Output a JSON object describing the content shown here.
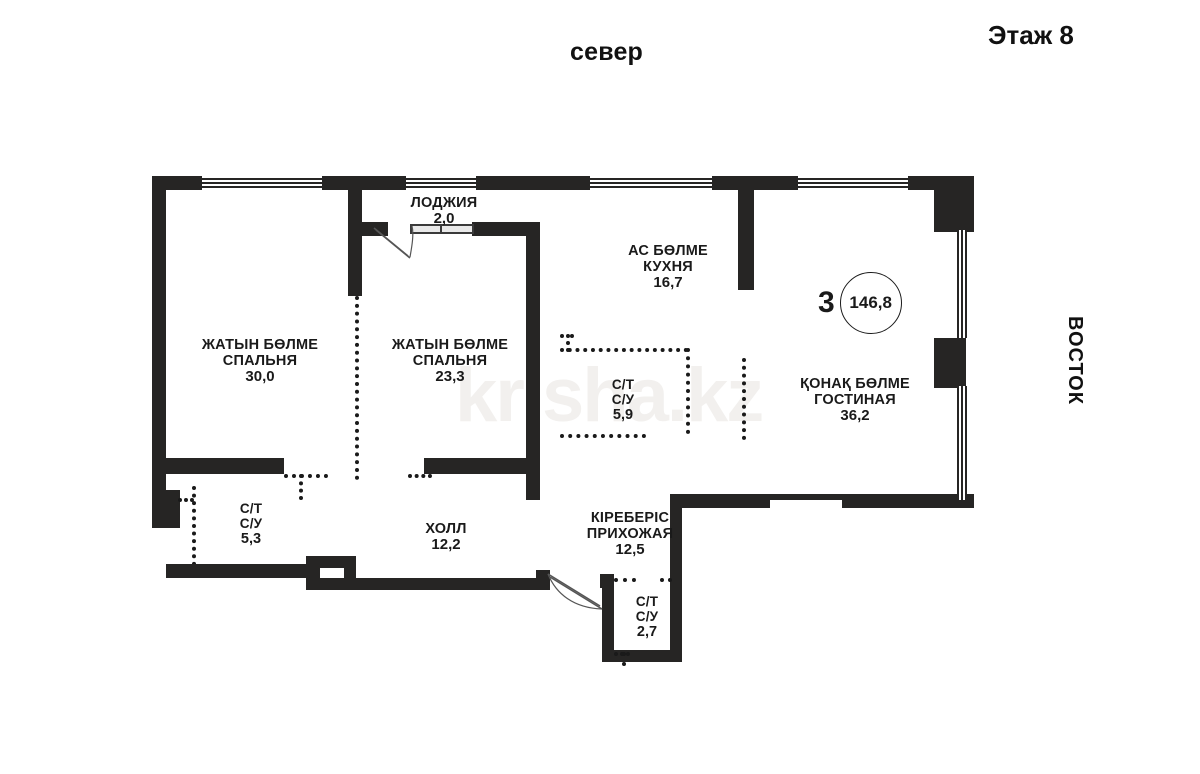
{
  "header": {
    "north_label": "север",
    "floor_label": "Этаж 8",
    "east_label": "ВОСТОК"
  },
  "watermark": "krisha.kz",
  "summary": {
    "rooms_count": "3",
    "total_area": "146,8"
  },
  "rooms": [
    {
      "id": "bedroom-1",
      "name_kz": "ЖАТЫН БӨЛМЕ",
      "name_ru": "СПАЛЬНЯ",
      "area": "30,0"
    },
    {
      "id": "bedroom-2",
      "name_kz": "ЖАТЫН БӨЛМЕ",
      "name_ru": "СПАЛЬНЯ",
      "area": "23,3"
    },
    {
      "id": "loggia",
      "name_kz": "ЛОДЖИЯ",
      "name_ru": "",
      "area": "2,0"
    },
    {
      "id": "kitchen",
      "name_kz": "АС БӨЛМЕ",
      "name_ru": "КУХНЯ",
      "area": "16,7"
    },
    {
      "id": "living-room",
      "name_kz": "ҚОНАҚ БӨЛМЕ",
      "name_ru": "ГОСТИНАЯ",
      "area": "36,2"
    },
    {
      "id": "bathroom-1",
      "name_kz": "С/Т",
      "name_ru": "С/У",
      "area": "5,3"
    },
    {
      "id": "bathroom-2",
      "name_kz": "С/Т",
      "name_ru": "С/У",
      "area": "5,9"
    },
    {
      "id": "bathroom-3",
      "name_kz": "С/Т",
      "name_ru": "С/У",
      "area": "2,7"
    },
    {
      "id": "hall",
      "name_kz": "ХОЛЛ",
      "name_ru": "",
      "area": "12,2"
    },
    {
      "id": "entrance-hall",
      "name_kz": "КІРЕБЕРІС",
      "name_ru": "ПРИХОЖАЯ",
      "area": "12,5"
    }
  ],
  "colors": {
    "wall": "#262524",
    "text": "#1a1a1a",
    "background": "#ffffff",
    "watermark": "#f2f0ee"
  }
}
